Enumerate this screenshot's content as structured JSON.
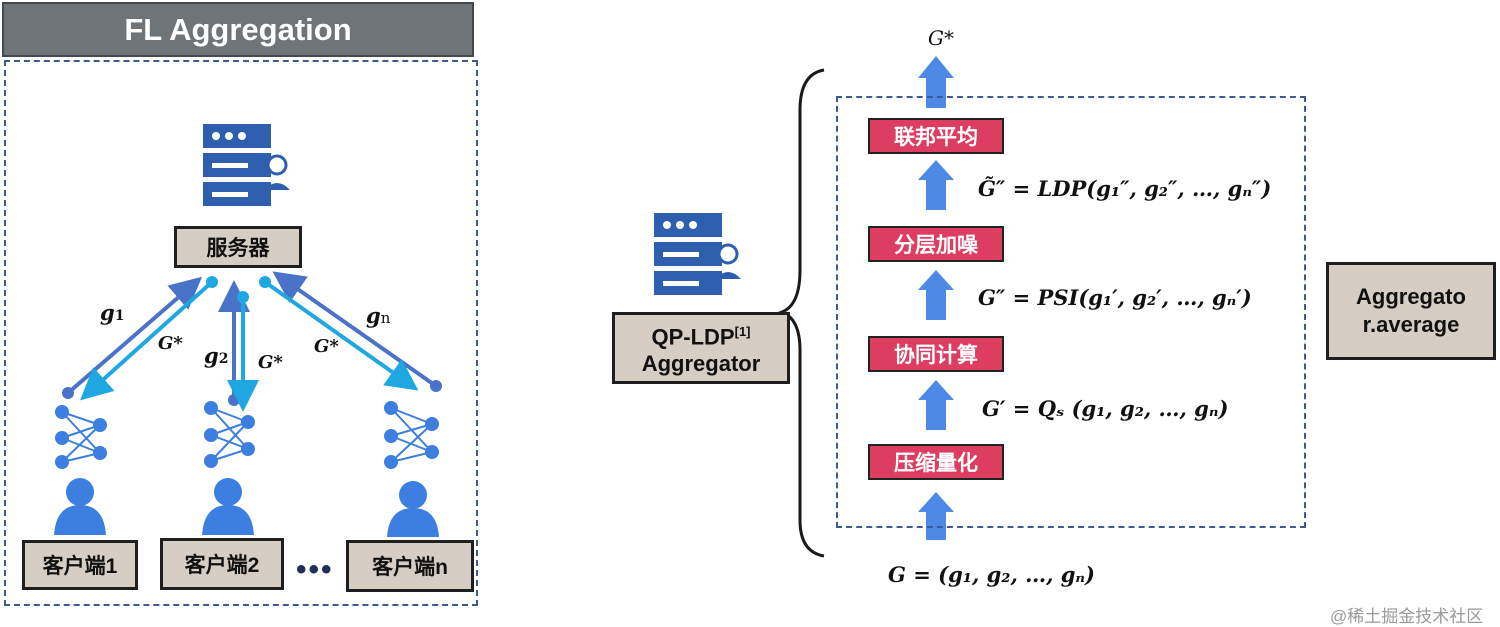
{
  "left_panel": {
    "title": "FL Aggregation",
    "server_label": "服务器",
    "clients": [
      "客户端1",
      "客户端2",
      "客户端n"
    ],
    "ellipsis": "•••",
    "edge_labels": {
      "g1": "g",
      "g1_sub": "1",
      "g2": "g",
      "g2_sub": "2",
      "gn": "g",
      "gn_sub": "n",
      "gstar": "G*"
    }
  },
  "right_panel": {
    "top_output": "G*",
    "aggregator_label": "QP-LDP",
    "aggregator_ref": "[1]",
    "aggregator_label2": "Aggregator",
    "steps": [
      "联邦平均",
      "分层加噪",
      "协同计算",
      "压缩量化"
    ],
    "formulas": {
      "ldp": "G̃″ = LDP(g₁″, g₂″, …, gₙ″)",
      "psi": "G″ = PSI(g₁′, g₂′, …, gₙ′)",
      "qs": "G′ = Qₛ (g₁, g₂, …, gₙ)",
      "input": "G = (g₁, g₂, …, gₙ)"
    },
    "average_label": "Aggregato r.average"
  },
  "watermark": "@稀土掘金技术社区",
  "colors": {
    "title_bg": "#6f7479",
    "tan": "#d6cec4",
    "pink": "#de3d62",
    "blue_dark": "#4a72c9",
    "blue_light": "#1ea7e1",
    "arrow_blue": "#4d8ae6",
    "icon_blue": "#2e5fae"
  }
}
